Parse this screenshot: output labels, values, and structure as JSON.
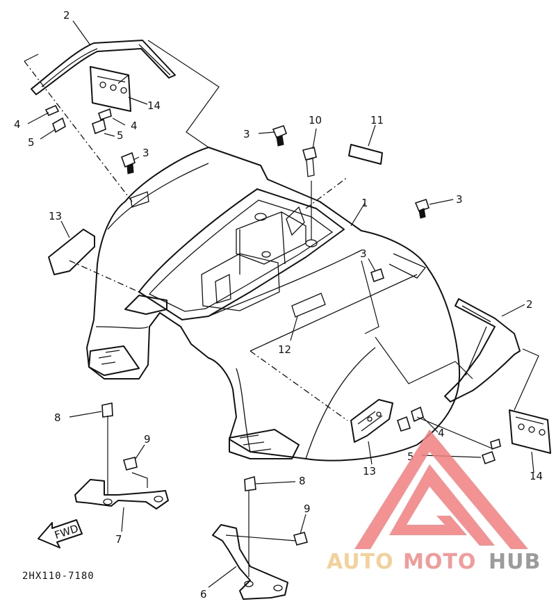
{
  "callouts": {
    "c1": "1",
    "c2a": "2",
    "c2b": "2",
    "c3a": "3",
    "c3b": "3",
    "c3c": "3",
    "c3d": "3",
    "c4a": "4",
    "c4b": "4",
    "c4c": "4",
    "c5a": "5",
    "c5b": "5",
    "c5c": "5",
    "c6": "6",
    "c7": "7",
    "c8a": "8",
    "c8b": "8",
    "c9a": "9",
    "c9b": "9",
    "c10": "10",
    "c11": "11",
    "c12": "12",
    "c13a": "13",
    "c13b": "13",
    "c14a": "14",
    "c14b": "14"
  },
  "fwd_label": "FWD",
  "drawing_code": "2HX110-7180",
  "watermark": {
    "part1": "AUTO",
    "part2": "MOTO",
    "part3": "HUB",
    "color1": "#f3c98a",
    "color2": "#f08a8a",
    "color3": "#8a8a8a",
    "triangle_color": "#f08080"
  }
}
